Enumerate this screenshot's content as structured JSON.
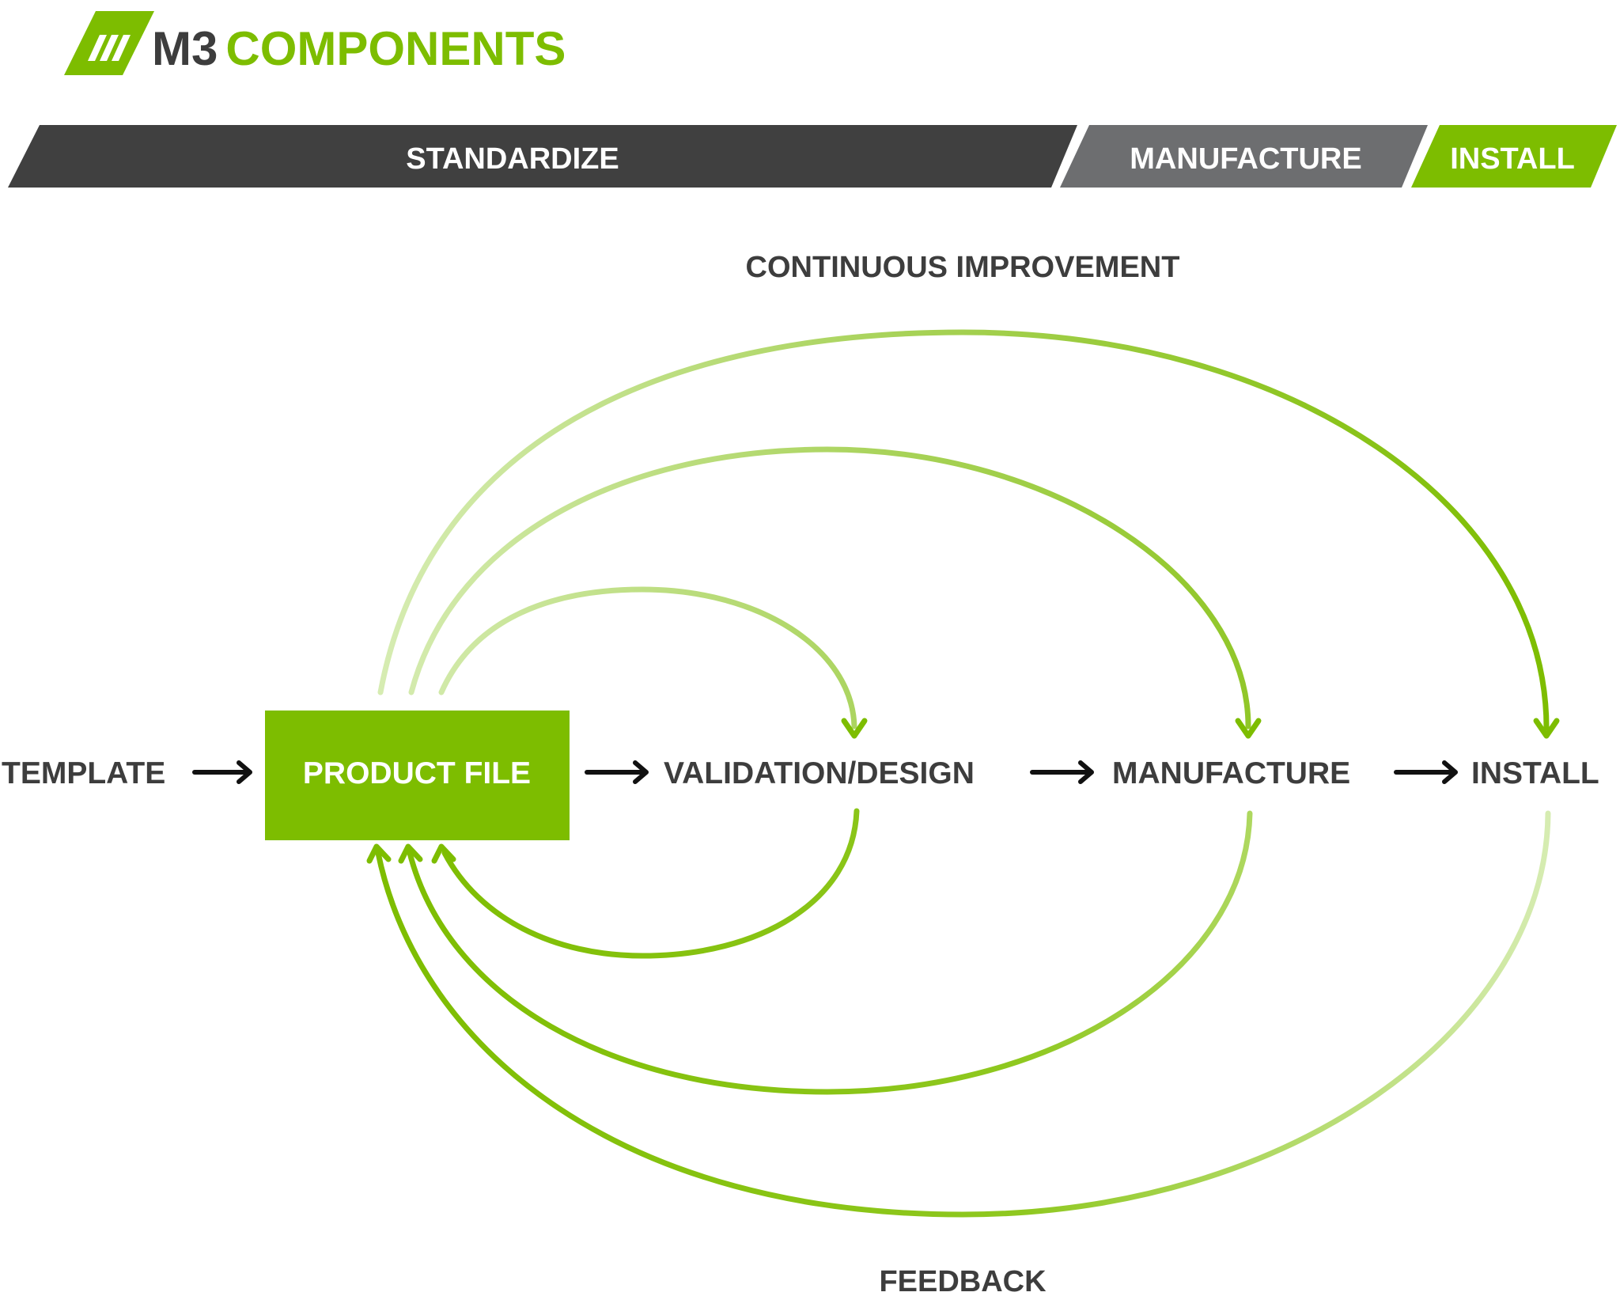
{
  "logo": {
    "brand_prefix": "M3",
    "brand_suffix": "COMPONENTS"
  },
  "phases": [
    {
      "label": "STANDARDIZE",
      "color": "#404040"
    },
    {
      "label": "MANUFACTURE",
      "color": "#6d6e70"
    },
    {
      "label": "INSTALL",
      "color": "#7dbd00"
    }
  ],
  "top_label": "CONTINUOUS IMPROVEMENT",
  "bottom_label": "FEEDBACK",
  "flow": {
    "template": "TEMPLATE",
    "product_file": "PRODUCT FILE",
    "validation": "VALIDATION/DESIGN",
    "manufacture": "MANUFACTURE",
    "install": "INSTALL"
  },
  "colors": {
    "accent": "#7dbd00",
    "accent_light": "#cde7a6",
    "text_dark": "#3d3d3d",
    "arrow_black": "#111111"
  }
}
